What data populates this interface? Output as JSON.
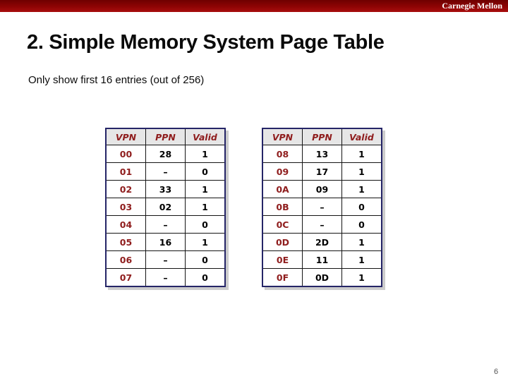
{
  "slide": {
    "brand": "Carnegie Mellon",
    "title": "2. Simple Memory System Page Table",
    "subtitle": "Only show first 16 entries (out of 256)",
    "page_number": "6"
  },
  "colors": {
    "banner_red_top": "#6e0000",
    "banner_red_bottom": "#a80d0d",
    "accent_red_text": "#8f1d1d",
    "table_outer_border": "#252567",
    "table_header_bg": "#e6e6e6",
    "shadow_gray": "#cccccc"
  },
  "tables": {
    "columns": [
      "VPN",
      "PPN",
      "Valid"
    ],
    "left_rows": [
      [
        "00",
        "28",
        "1"
      ],
      [
        "01",
        "–",
        "0"
      ],
      [
        "02",
        "33",
        "1"
      ],
      [
        "03",
        "02",
        "1"
      ],
      [
        "04",
        "–",
        "0"
      ],
      [
        "05",
        "16",
        "1"
      ],
      [
        "06",
        "–",
        "0"
      ],
      [
        "07",
        "–",
        "0"
      ]
    ],
    "right_rows": [
      [
        "08",
        "13",
        "1"
      ],
      [
        "09",
        "17",
        "1"
      ],
      [
        "0A",
        "09",
        "1"
      ],
      [
        "0B",
        "–",
        "0"
      ],
      [
        "0C",
        "–",
        "0"
      ],
      [
        "0D",
        "2D",
        "1"
      ],
      [
        "0E",
        "11",
        "1"
      ],
      [
        "0F",
        "0D",
        "1"
      ]
    ]
  }
}
